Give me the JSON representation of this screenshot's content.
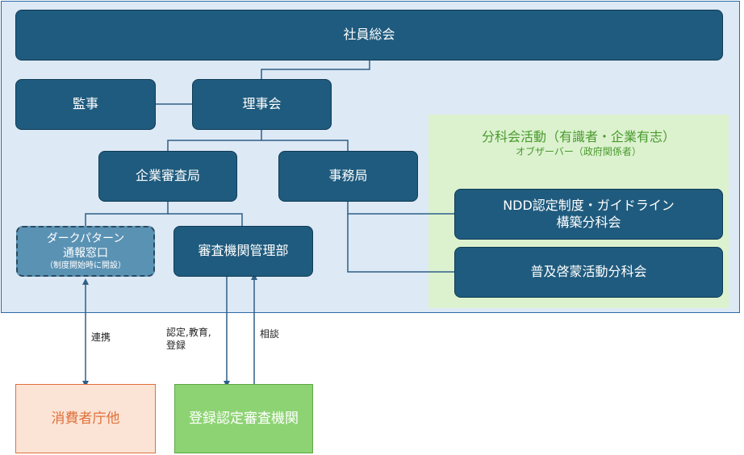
{
  "boxes": {
    "general_meeting": "社員総会",
    "auditor": "監事",
    "board": "理事会",
    "corp_review": "企業審査局",
    "secretariat": "事務局",
    "dark_pattern_line1": "ダークパターン",
    "dark_pattern_line2": "通報窓口",
    "dark_pattern_note": "（制度開始時に開設）",
    "review_mgmt": "審査機関管理部",
    "ndd_line1": "NDD認定制度・ガイドライン",
    "ndd_line2": "構築分科会",
    "promotion": "普及啓蒙活動分科会",
    "consumer_agency": "消費者庁他",
    "registered_body": "登録認定審査機関"
  },
  "subcommittee_area": {
    "title": "分科会活動（有識者・企業有志）",
    "subtitle": "オブザーバー（政府関係者）"
  },
  "arrow_labels": {
    "link": "連携",
    "cert_line1": "認定,教育,",
    "cert_line2": "登録",
    "consult": "相談"
  },
  "colors": {
    "frame_fill": "#dde9f5",
    "frame_border": "#2e6aa6",
    "box_dark": "#1f5b7e",
    "box_light": "#5a92b4",
    "connector": "#2e5f87",
    "subcommittee_fill": "#dcf2cf",
    "subcommittee_text": "#4a9a2e",
    "orange": "#e0703a",
    "green": "#8dd373"
  }
}
